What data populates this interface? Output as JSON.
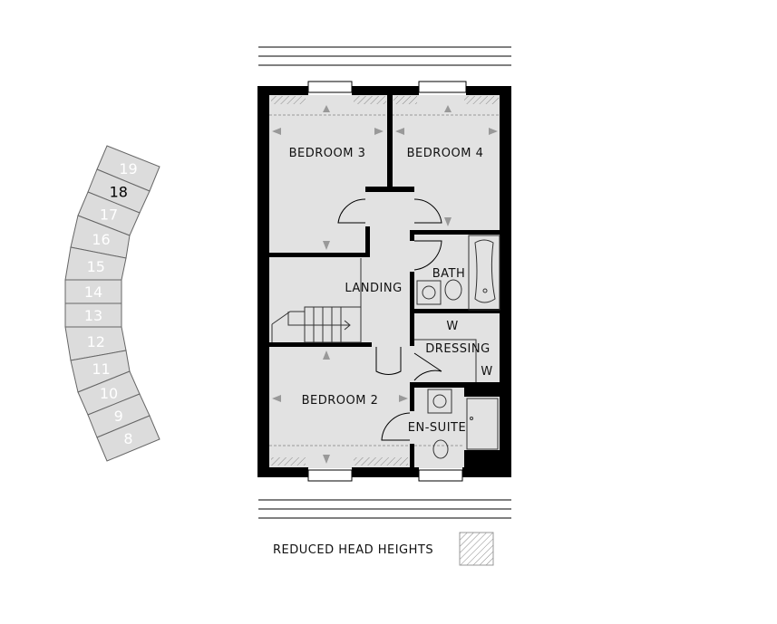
{
  "rooms": {
    "bedroom3": "BEDROOM 3",
    "bedroom4": "BEDROOM 4",
    "landing": "LANDING",
    "bath": "BATH",
    "dressing": "DRESSING",
    "wardrobe_1": "W",
    "wardrobe_2": "W",
    "bedroom2": "BEDROOM 2",
    "ensuite": "EN-SUITE"
  },
  "key_plan": {
    "units": [
      "19",
      "18",
      "17",
      "16",
      "15",
      "14",
      "13",
      "12",
      "11",
      "10",
      "9",
      "8"
    ],
    "selected": "18"
  },
  "legend": {
    "label": "REDUCED HEAD HEIGHTS"
  },
  "colors": {
    "floor": "#e2e2e2",
    "wall": "#000000",
    "unit_fill": "#dcdcdc"
  }
}
